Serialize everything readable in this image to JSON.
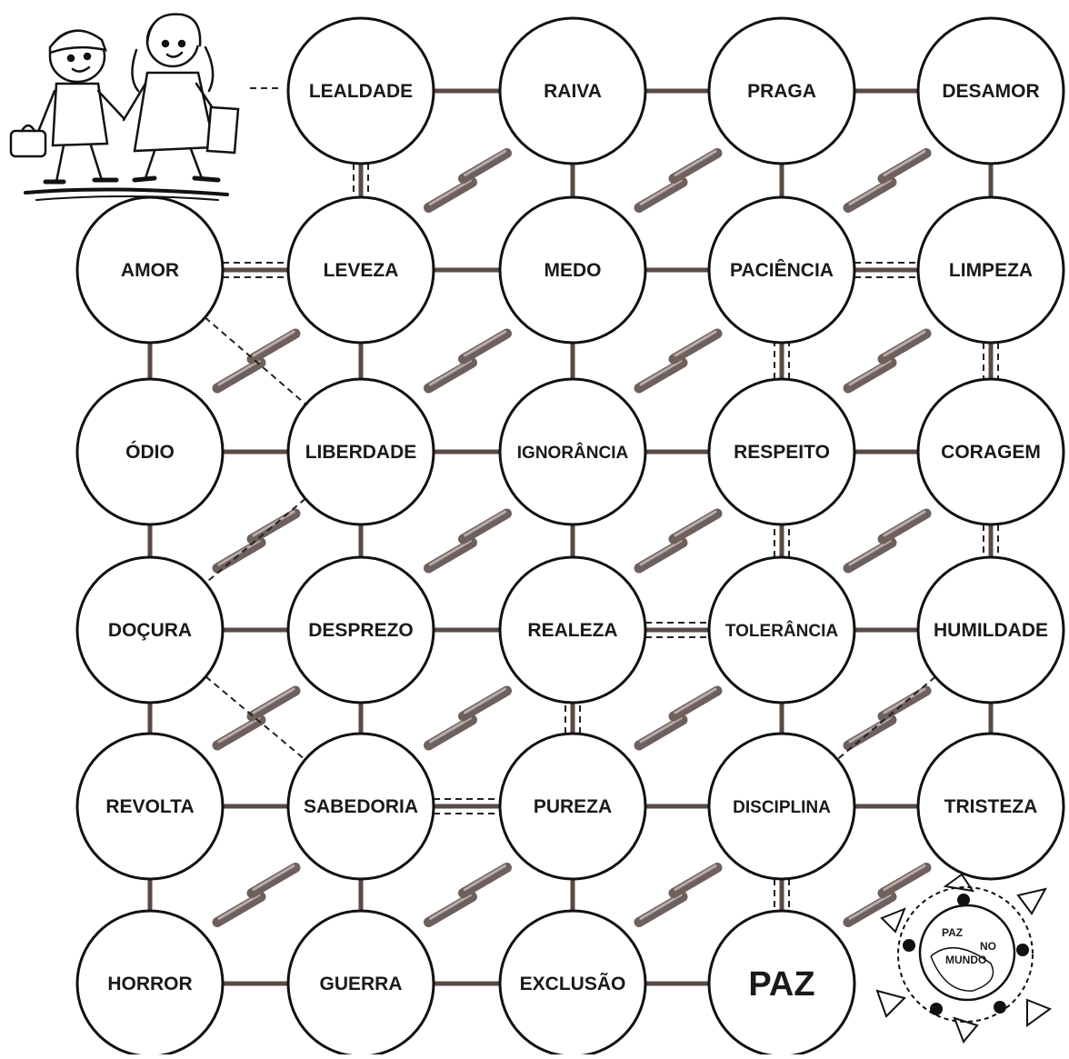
{
  "nodes": [
    "LEALDADE",
    "RAIVA",
    "PRAGA",
    "DESAMOR",
    "AMOR",
    "LEVEZA",
    "MEDO",
    "PACIÊNCIA",
    "LIMPEZA",
    "ÓDIO",
    "LIBERDADE",
    "IGNORÂNCIA",
    "RESPEITO",
    "CORAGEM",
    "DOÇURA",
    "DESPREZO",
    "REALEZA",
    "TOLERÂNCIA",
    "HUMILDADE",
    "REVOLTA",
    "SABEDORIA",
    "PUREZA",
    "DISCIPLINA",
    "TRISTEZA",
    "HORROR",
    "GUERRA",
    "EXCLUSÃO",
    "PAZ"
  ],
  "emblem": {
    "line1": "PAZ",
    "line2": "NO",
    "line3": "MUNDO"
  },
  "colors": {
    "connector": "#5a4a45",
    "outline": "#111111",
    "dashed_path": "#222222"
  },
  "icons": {
    "children": "children-walking-icon",
    "emblem": "peace-world-emblem-icon",
    "pencil": "pencil-mark-icon"
  }
}
